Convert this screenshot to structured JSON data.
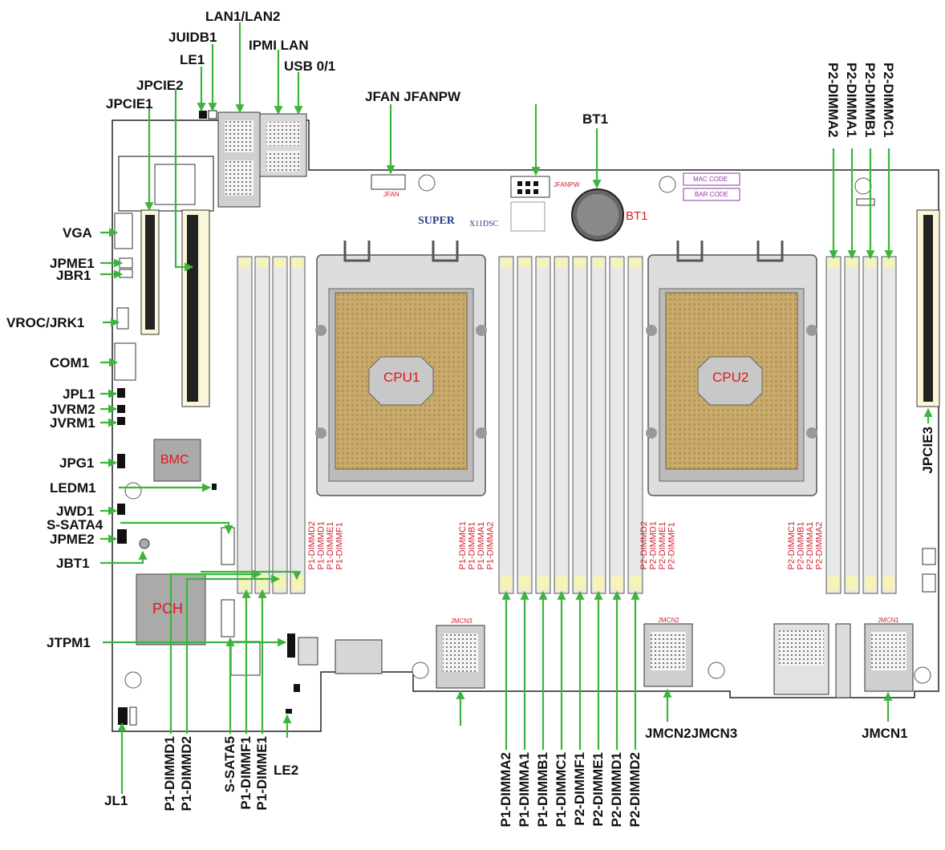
{
  "labels_left": {
    "vga": "VGA",
    "jpme1": "JPME1",
    "jbr1": "JBR1",
    "vroc": "VROC/JRK1",
    "com1": "COM1",
    "jpl1": "JPL1",
    "jvrm2": "JVRM2",
    "jvrm1": "JVRM1",
    "jpg1": "JPG1",
    "ledm1": "LEDM1",
    "jwd1": "JWD1",
    "ssata4": "S-SATA4",
    "jpme2": "JPME2",
    "jbt1": "JBT1",
    "jtpm1": "JTPM1"
  },
  "labels_top": {
    "lan": "LAN1/LAN2",
    "juidb1": "JUIDB1",
    "ipmi": "IPMI LAN",
    "le1": "LE1",
    "usb": "USB 0/1",
    "jpcie2": "JPCIE2",
    "jpcie1": "JPCIE1",
    "jfan": "JFAN JFANPW",
    "bt1": "BT1"
  },
  "labels_right": {
    "p2dimma2": "P2-DIMMA2",
    "p2dimma1": "P2-DIMMA1",
    "p2dimmb1": "P2-DIMMB1",
    "p2dimmc1": "P2-DIMMC1",
    "jpcie3": "JPCIE3"
  },
  "labels_bottom": {
    "p1dimmd1": "P1-DIMMD1",
    "p1dimmd2": "P1-DIMMD2",
    "ssata5": "S-SATA5",
    "p1dimmf1": "P1-DIMMF1",
    "p1dimme1": "P1-DIMME1",
    "le2": "LE2",
    "jl1": "JL1",
    "p1dimma2": "P1-DIMMA2",
    "p1dimma1": "P1-DIMMA1",
    "p1dimmb1": "P1-DIMMB1",
    "p1dimmc1": "P1-DIMMC1",
    "p2dimmf1": "P2-DIMMF1",
    "p2dimme1": "P2-DIMME1",
    "p2dimmd1": "P2-DIMMD1",
    "p2dimmd2": "P2-DIMMD2",
    "jmcn2jmcn3": "JMCN2JMCN3",
    "jmcn1": "JMCN1"
  },
  "chips": {
    "cpu1": "CPU1",
    "cpu2": "CPU2",
    "bmc": "BMC",
    "pch": "PCH",
    "bt1_board": "BT1"
  },
  "board_text": {
    "p1_left_group": [
      "P1-DIMMD2",
      "P1-DIMMD1",
      "P1-DIMME1",
      "P1-DIMMF1"
    ],
    "p1_right_group": [
      "P1-DIMMC1",
      "P1-DIMMB1",
      "P1-DIMMA1",
      "P1-DIMMA2"
    ],
    "p2_left_group": [
      "P2-DIMMD2",
      "P2-DIMMD1",
      "P2-DIMME1",
      "P2-DIMMF1"
    ],
    "p2_right_group": [
      "P2-DIMMC1",
      "P2-DIMMB1",
      "P2-DIMMA1",
      "P2-DIMMA2"
    ],
    "mac_code": "MAC CODE",
    "bar_code": "BAR CODE",
    "brand": "SUPER",
    "model": "X11DSC",
    "jmcn1": "JMCN1",
    "jmcn2": "JMCN2",
    "jmcn3": "JMCN3",
    "jfanpw": "JFANPW",
    "jfan": "JFAN"
  },
  "colors": {
    "arrow": "#3cb43c",
    "chip_text": "#e01818",
    "board_label": "#d02030",
    "outline": "#222222"
  }
}
